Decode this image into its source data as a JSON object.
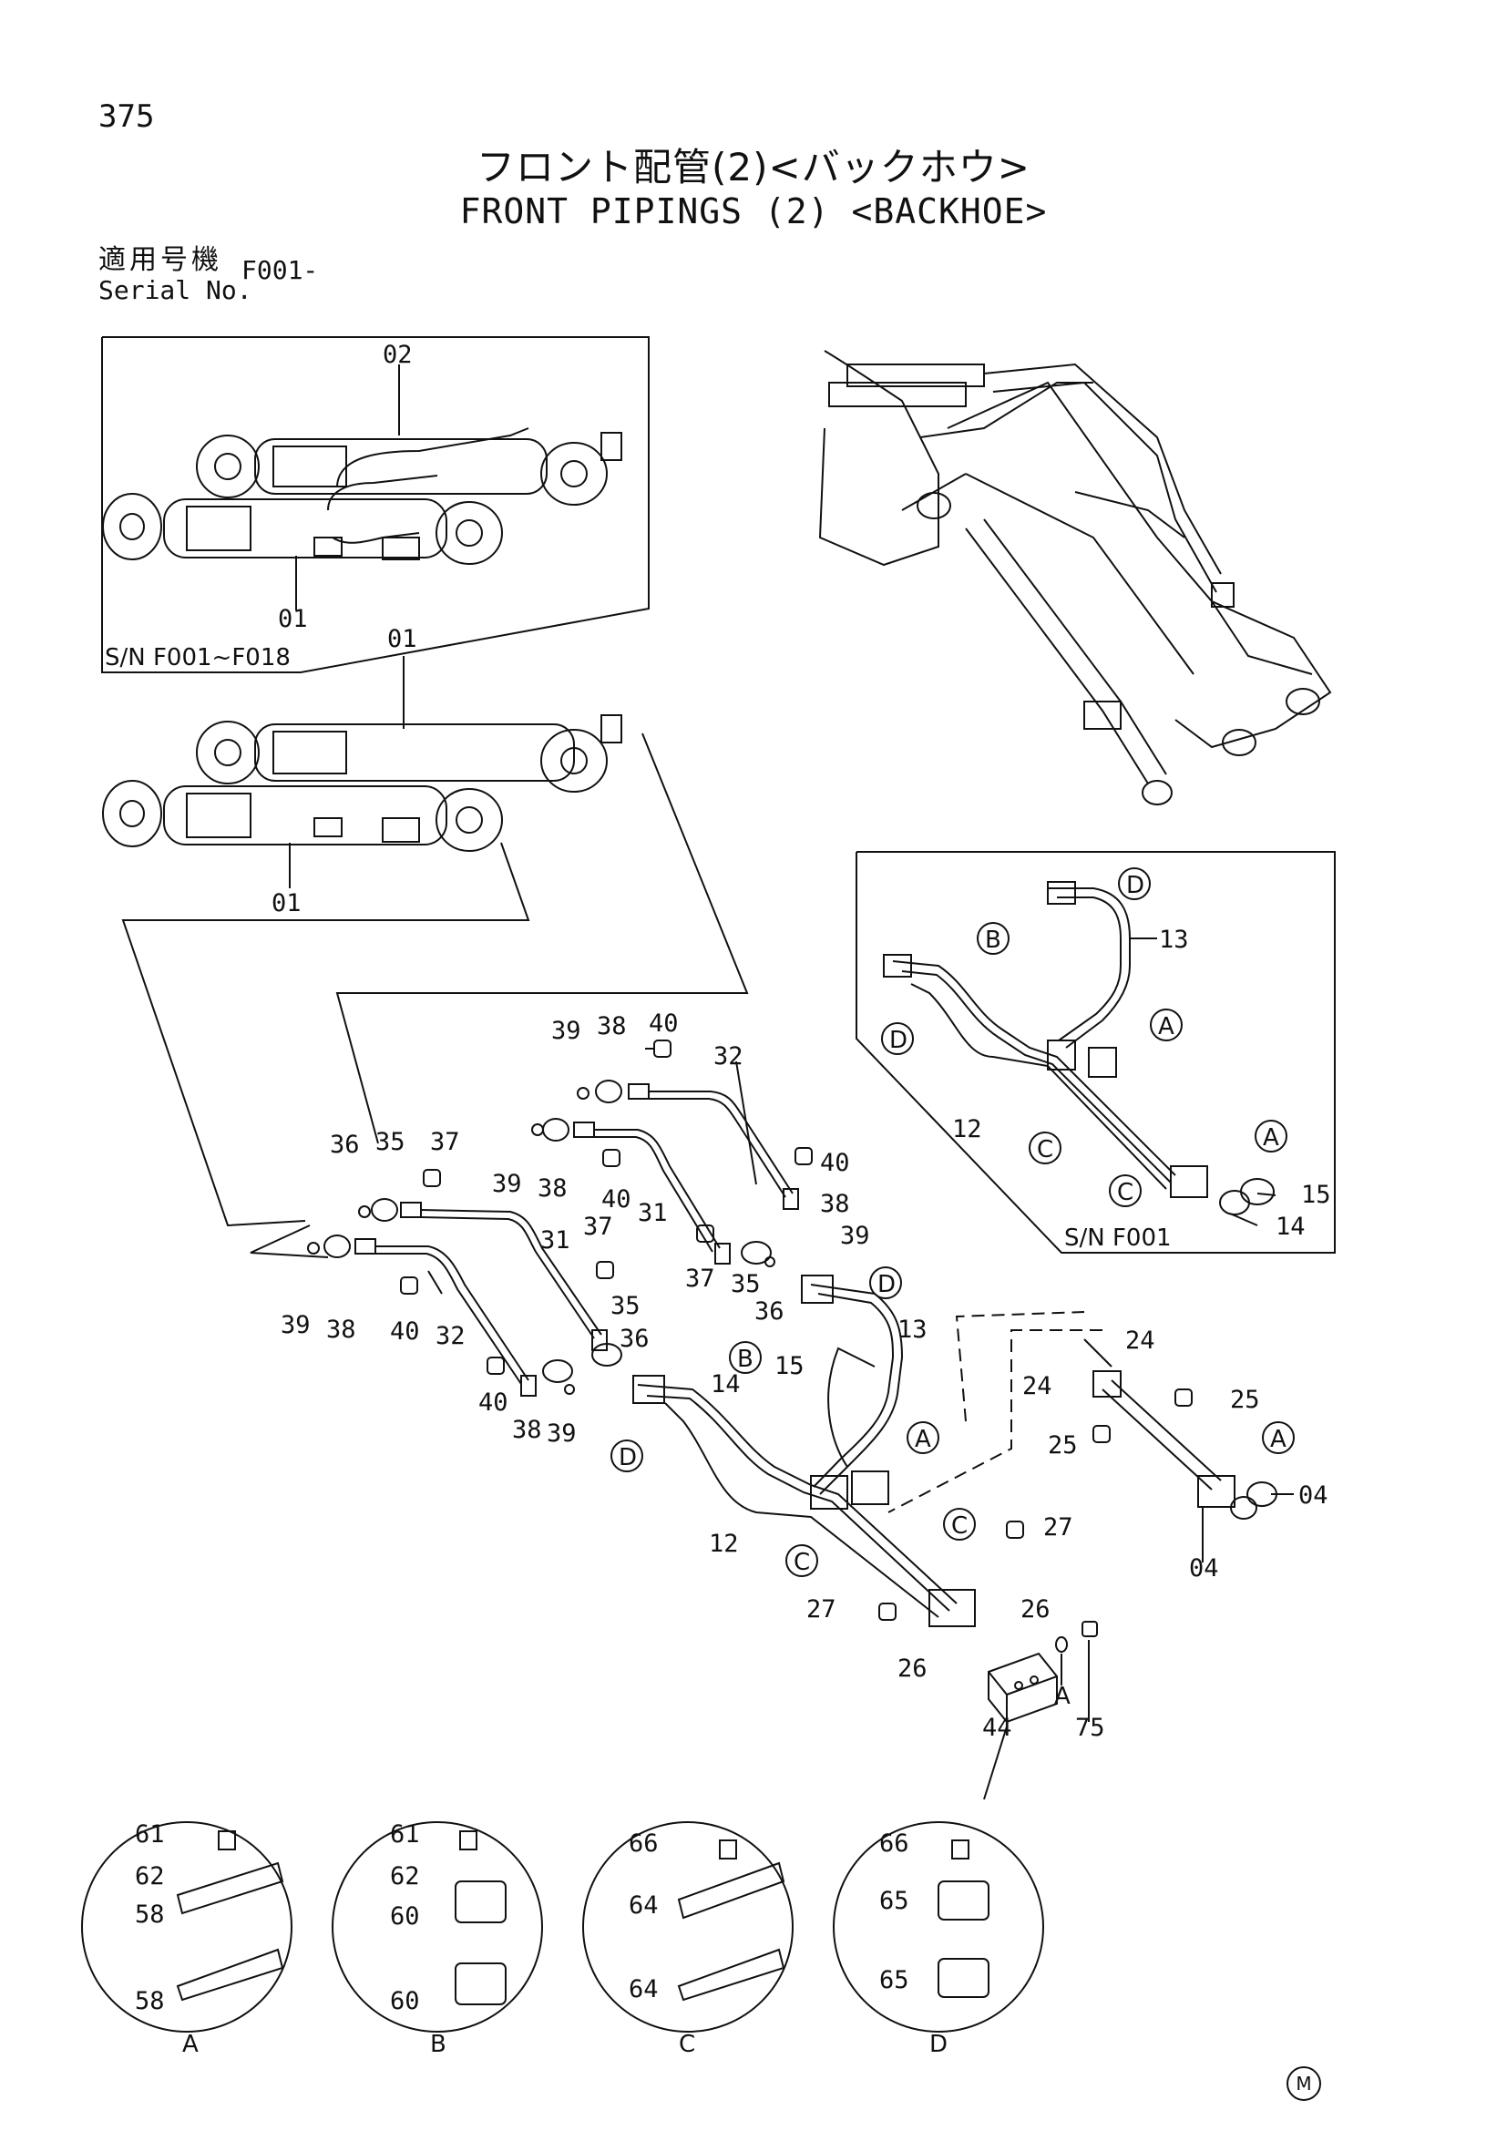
{
  "page_number": "375",
  "title_jp": "フロント配管(2)<バックホウ>",
  "title_en": "FRONT PIPINGS (2) <BACKHOE>",
  "serial": {
    "label_jp": "適用号機",
    "label_en": "Serial No.",
    "value": "F001-"
  },
  "insets": {
    "top_left_sn": "S/N F001~F018",
    "right_sn": "S/N F001"
  },
  "corner_mark": "M",
  "part_numbers": [
    "01",
    "02",
    "04",
    "12",
    "13",
    "14",
    "15",
    "24",
    "25",
    "26",
    "27",
    "31",
    "32",
    "35",
    "36",
    "37",
    "38",
    "39",
    "40",
    "44",
    "58",
    "60",
    "61",
    "62",
    "64",
    "65",
    "66",
    "75"
  ],
  "detail_views": [
    {
      "letter": "A",
      "parts": [
        "61",
        "62",
        "58",
        "58"
      ]
    },
    {
      "letter": "B",
      "parts": [
        "61",
        "62",
        "60",
        "60"
      ]
    },
    {
      "letter": "C",
      "parts": [
        "66",
        "64",
        "64"
      ]
    },
    {
      "letter": "D",
      "parts": [
        "66",
        "65",
        "65"
      ]
    }
  ],
  "callouts": {
    "p01": "01",
    "p02": "02",
    "p04": "04",
    "p12": "12",
    "p13": "13",
    "p14": "14",
    "p15": "15",
    "p24": "24",
    "p25": "25",
    "p26": "26",
    "p27": "27",
    "p31": "31",
    "p32": "32",
    "p35": "35",
    "p36": "36",
    "p37": "37",
    "p38": "38",
    "p39": "39",
    "p40": "40",
    "p44": "44",
    "p75": "75",
    "p58": "58",
    "p60": "60",
    "p61": "61",
    "p62": "62",
    "p64": "64",
    "p65": "65",
    "p66": "66",
    "A": "A",
    "B": "B",
    "C": "C",
    "D": "D"
  }
}
